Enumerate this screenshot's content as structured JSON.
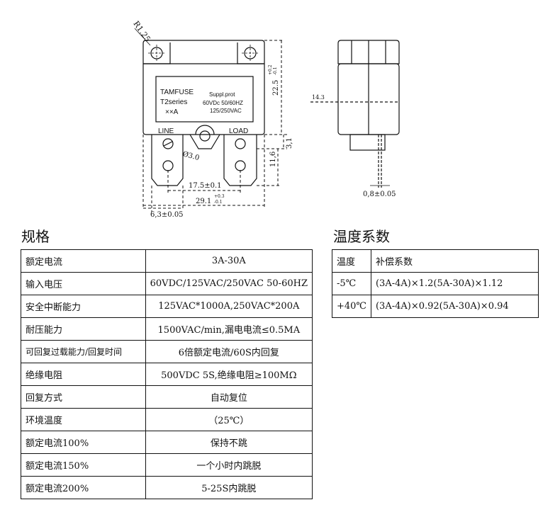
{
  "drawing": {
    "radius_label": "R1.25",
    "brand": "TAMFUSE",
    "series": "T2series",
    "rating": "××A",
    "suppl": "Suppl.prot",
    "dc_rating": "60VDc 50/60HZ",
    "ac_rating": "125/250VAC",
    "line_label": "LINE",
    "load_label": "LOAD",
    "hole_dia": "Ø3.0",
    "height_dim": "22.5",
    "height_tol_plus": "+0.2",
    "height_tol_minus": "-0.1",
    "dim_3_1": "3,1",
    "dim_11_6": "11,6",
    "pitch_dim": "17.5±0.1",
    "width_dim": "29.1",
    "width_tol_plus": "+0.3",
    "width_tol_minus": "-0.1",
    "terminal_width": "6,3±0.05",
    "side_depth": "14.3",
    "lead_thickness": "0,8±0.05"
  },
  "spec": {
    "title": "规格",
    "rows": [
      {
        "label": "额定电流",
        "value": "3A-30A"
      },
      {
        "label": "输入电压",
        "value": "60VDC/125VAC/250VAC 50-60HZ"
      },
      {
        "label": "安全中断能力",
        "value": "125VAC*1000A,250VAC*200A"
      },
      {
        "label": "耐压能力",
        "value": "1500VAC/min,漏电电流≤0.5MA"
      },
      {
        "label": "可回复过载能力/回复时间",
        "value": "6倍额定电流/60S内回复"
      },
      {
        "label": "绝缘电阻",
        "value": "500VDC 5S,绝缘电阻≥100MΩ"
      },
      {
        "label": "回复方式",
        "value": "自动复位"
      },
      {
        "label": "环境温度",
        "value": "（25℃）"
      },
      {
        "label": "额定电流100%",
        "value": "保持不跳"
      },
      {
        "label": "额定电流150%",
        "value": "一个小时内跳脱"
      },
      {
        "label": "额定电流200%",
        "value": "5-25S内跳脱"
      }
    ]
  },
  "temp": {
    "title": "温度系数",
    "header": {
      "label": "温度",
      "value": "补偿系数"
    },
    "rows": [
      {
        "label": "-5℃",
        "value": "(3A-4A)×1.2(5A-30A)×1.12"
      },
      {
        "label": "+40℃",
        "value": "(3A-4A)×0.92(5A-30A)×0.94"
      }
    ]
  }
}
